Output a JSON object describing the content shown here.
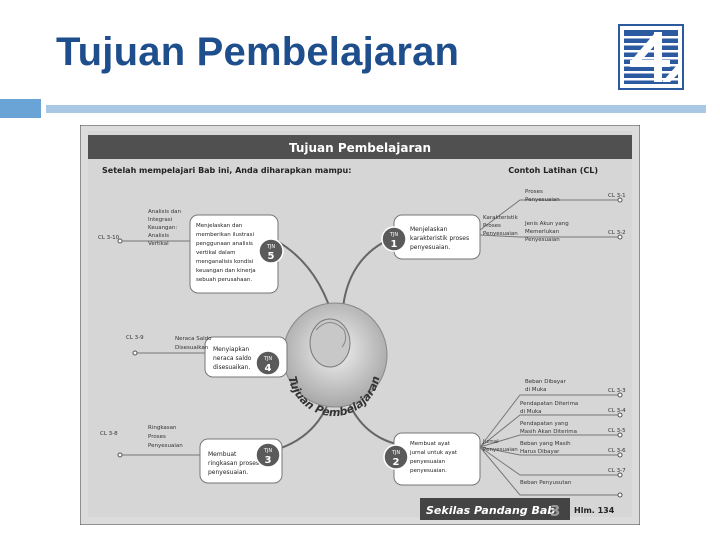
{
  "slide": {
    "title": "Tujuan Pembelajaran",
    "logo_icon": "company-logo-4"
  },
  "figure": {
    "header": "Tujuan Pembelajaran",
    "intro": "Setelah mempelajari Bab ini, Anda diharapkan mampu:",
    "examples_header": "Contoh Latihan (CL)",
    "center_arc_text": "Tujuan Pembelajaran",
    "objectives": [
      {
        "badge": "TJN",
        "num": "1",
        "text": [
          "Menjelaskan",
          "karakteristik proses",
          "penyesuaian."
        ]
      },
      {
        "badge": "TJN",
        "num": "2",
        "text": [
          "Membuat ayat",
          "jurnal untuk ayat",
          "penyesuaian",
          "penyesuaian."
        ]
      },
      {
        "badge": "TJN",
        "num": "3",
        "text": [
          "Membuat",
          "ringkasan proses",
          "penyesuaian."
        ]
      },
      {
        "badge": "TJN",
        "num": "4",
        "text": [
          "Menyiapkan",
          "neraca saldo",
          "disesuaikan."
        ]
      },
      {
        "badge": "TJN",
        "num": "5",
        "text": [
          "Menjelaskan dan",
          "memberikan ilustrasi",
          "penggunaan analisis",
          "vertikal dalam",
          "menganalisis kondisi",
          "keuangan dan kinerja",
          "sebuah perusahaan."
        ]
      }
    ],
    "right_labels": [
      {
        "text": [
          "Karakteristik",
          "Proses",
          "Penyesuaian"
        ]
      },
      {
        "text": [
          "Jurnal",
          "Penyesuaian"
        ]
      }
    ],
    "right_items": [
      {
        "text": [
          "Proses",
          "Penyesuaian"
        ],
        "code": "CL 3-1"
      },
      {
        "text": [
          "Jenis Akun yang",
          "Memerlukan",
          "Penyesuaian"
        ],
        "code": "CL 3-2"
      },
      {
        "text": [
          "Beban Dibayar",
          "di Muka"
        ],
        "code": "CL 3-3"
      },
      {
        "text": [
          "Pendapatan Diterima",
          "di Muka"
        ],
        "code": "CL 3-4"
      },
      {
        "text": [
          "Pendapatan yang",
          "Masih Akan Diterima"
        ],
        "code": "CL 3-5"
      },
      {
        "text": [
          "Beban yang Masih",
          "Harus Dibayar"
        ],
        "code": "CL 3-6"
      },
      {
        "text": [
          "Beban Penyusutan"
        ],
        "code": "CL 3-7"
      }
    ],
    "left_items": [
      {
        "text": [
          "Analisis dan",
          "Integrasi",
          "Keuangan:",
          "Analisis",
          "Vertikal"
        ],
        "code": "CL 3-10"
      },
      {
        "text": [
          "Neraca Saldo",
          "Disesuaikan"
        ],
        "code": "CL 3-9"
      },
      {
        "text": [
          "Ringkasan",
          "Proses",
          "Penyesuaian"
        ],
        "code": "CL 3-8"
      }
    ],
    "footer_banner": "Sekilas Pandang Bab",
    "footer_chapter": "3",
    "footer_page": "Hlm. 134",
    "colors": {
      "header_bar": "#505050",
      "badge_bg": "#5a5a5a",
      "lines": "#666666",
      "box_border": "#777777"
    }
  }
}
